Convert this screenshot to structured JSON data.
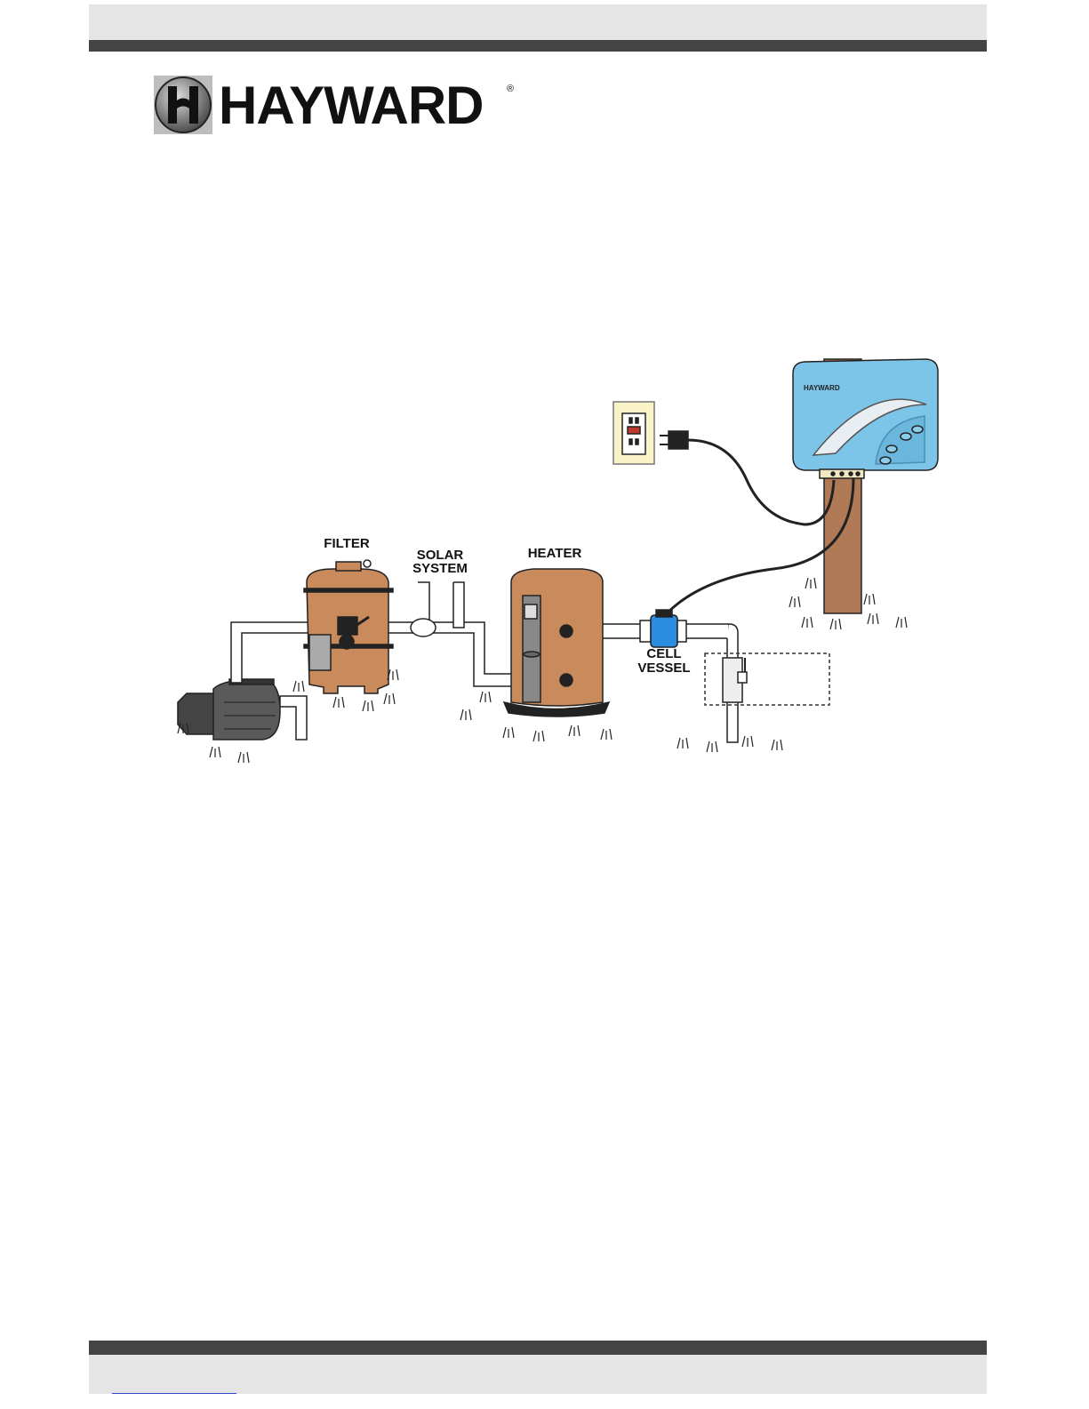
{
  "header": {
    "logo_text": "HAYWARD",
    "logo_mark": "®"
  },
  "diagram": {
    "labels": {
      "filter": "FILTER",
      "solar_line1": "SOLAR",
      "solar_line2": "SYSTEM",
      "heater": "HEATER",
      "cell_line1": "CELL",
      "cell_line2": "VESSEL"
    },
    "control_unit_brand": "HAYWARD",
    "colors": {
      "equipment_brown": "#c98a5c",
      "control_unit_blue": "#7cc4e8",
      "cell_vessel_blue": "#2a8de0",
      "post_brown": "#b07a56",
      "outlet_cream": "#faf3c8"
    }
  }
}
